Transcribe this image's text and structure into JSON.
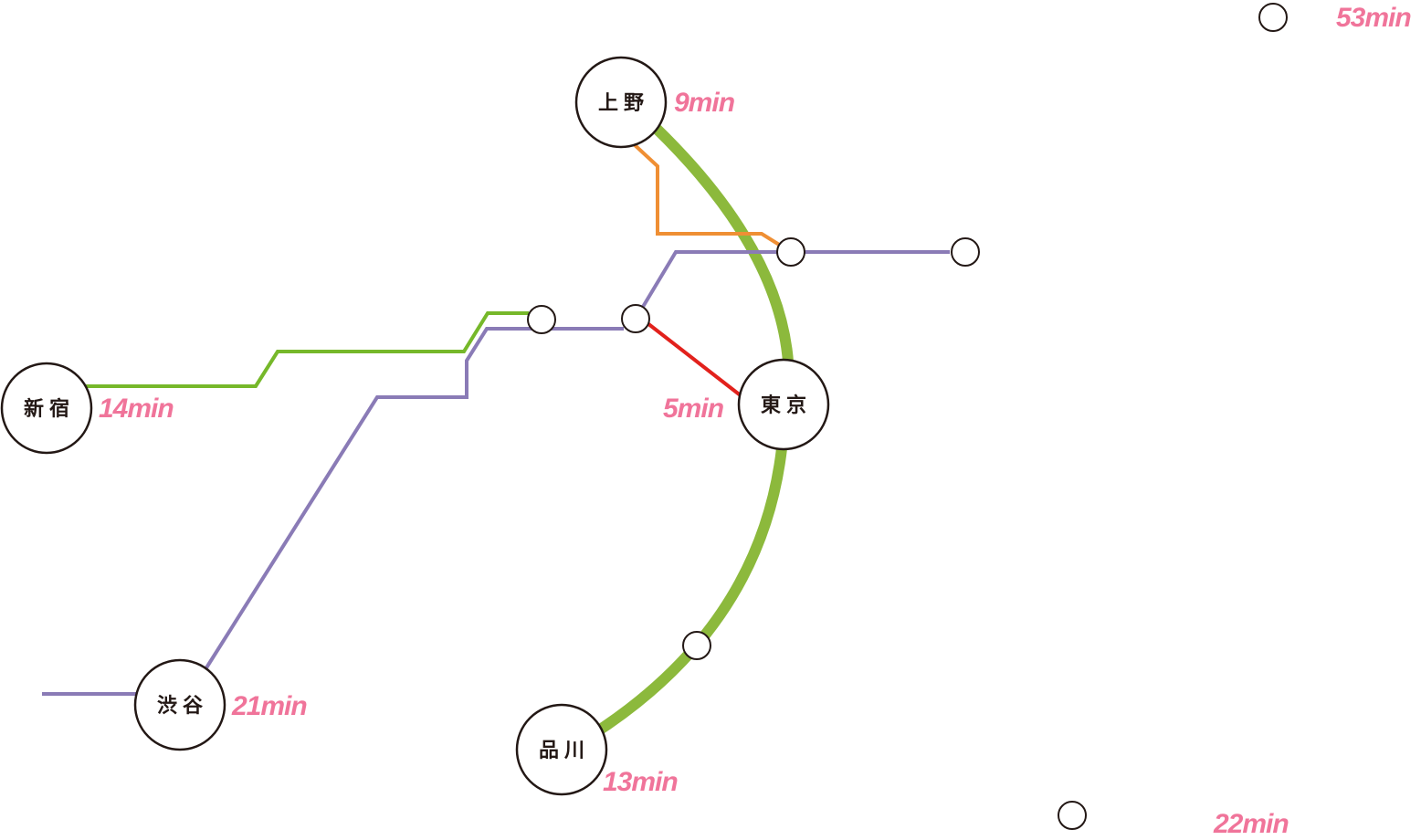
{
  "colors": {
    "yamanote": "#8cb93c",
    "green_line": "#76b82a",
    "purple_line": "#8a7bb6",
    "orange_line": "#ef8f34",
    "red_line": "#e2211c",
    "time_text": "#f0749a",
    "outline": "#231815"
  },
  "stations": {
    "ueno": {
      "name": "上野",
      "time": "9min"
    },
    "tokyo": {
      "name": "東京",
      "time": "5min"
    },
    "shinjuku": {
      "name": "新宿",
      "time": "14min"
    },
    "shibuya": {
      "name": "渋谷",
      "time": "21min"
    },
    "shinagawa": {
      "name": "品川",
      "time": "13min"
    }
  },
  "remote_times": {
    "northeast": "53min",
    "southeast": "22min"
  },
  "lines": [
    {
      "id": "yamanote",
      "color_key": "yamanote"
    },
    {
      "id": "green_line",
      "color_key": "green_line"
    },
    {
      "id": "purple_line",
      "color_key": "purple_line"
    },
    {
      "id": "orange_line",
      "color_key": "orange_line"
    },
    {
      "id": "red_line",
      "color_key": "red_line"
    }
  ]
}
